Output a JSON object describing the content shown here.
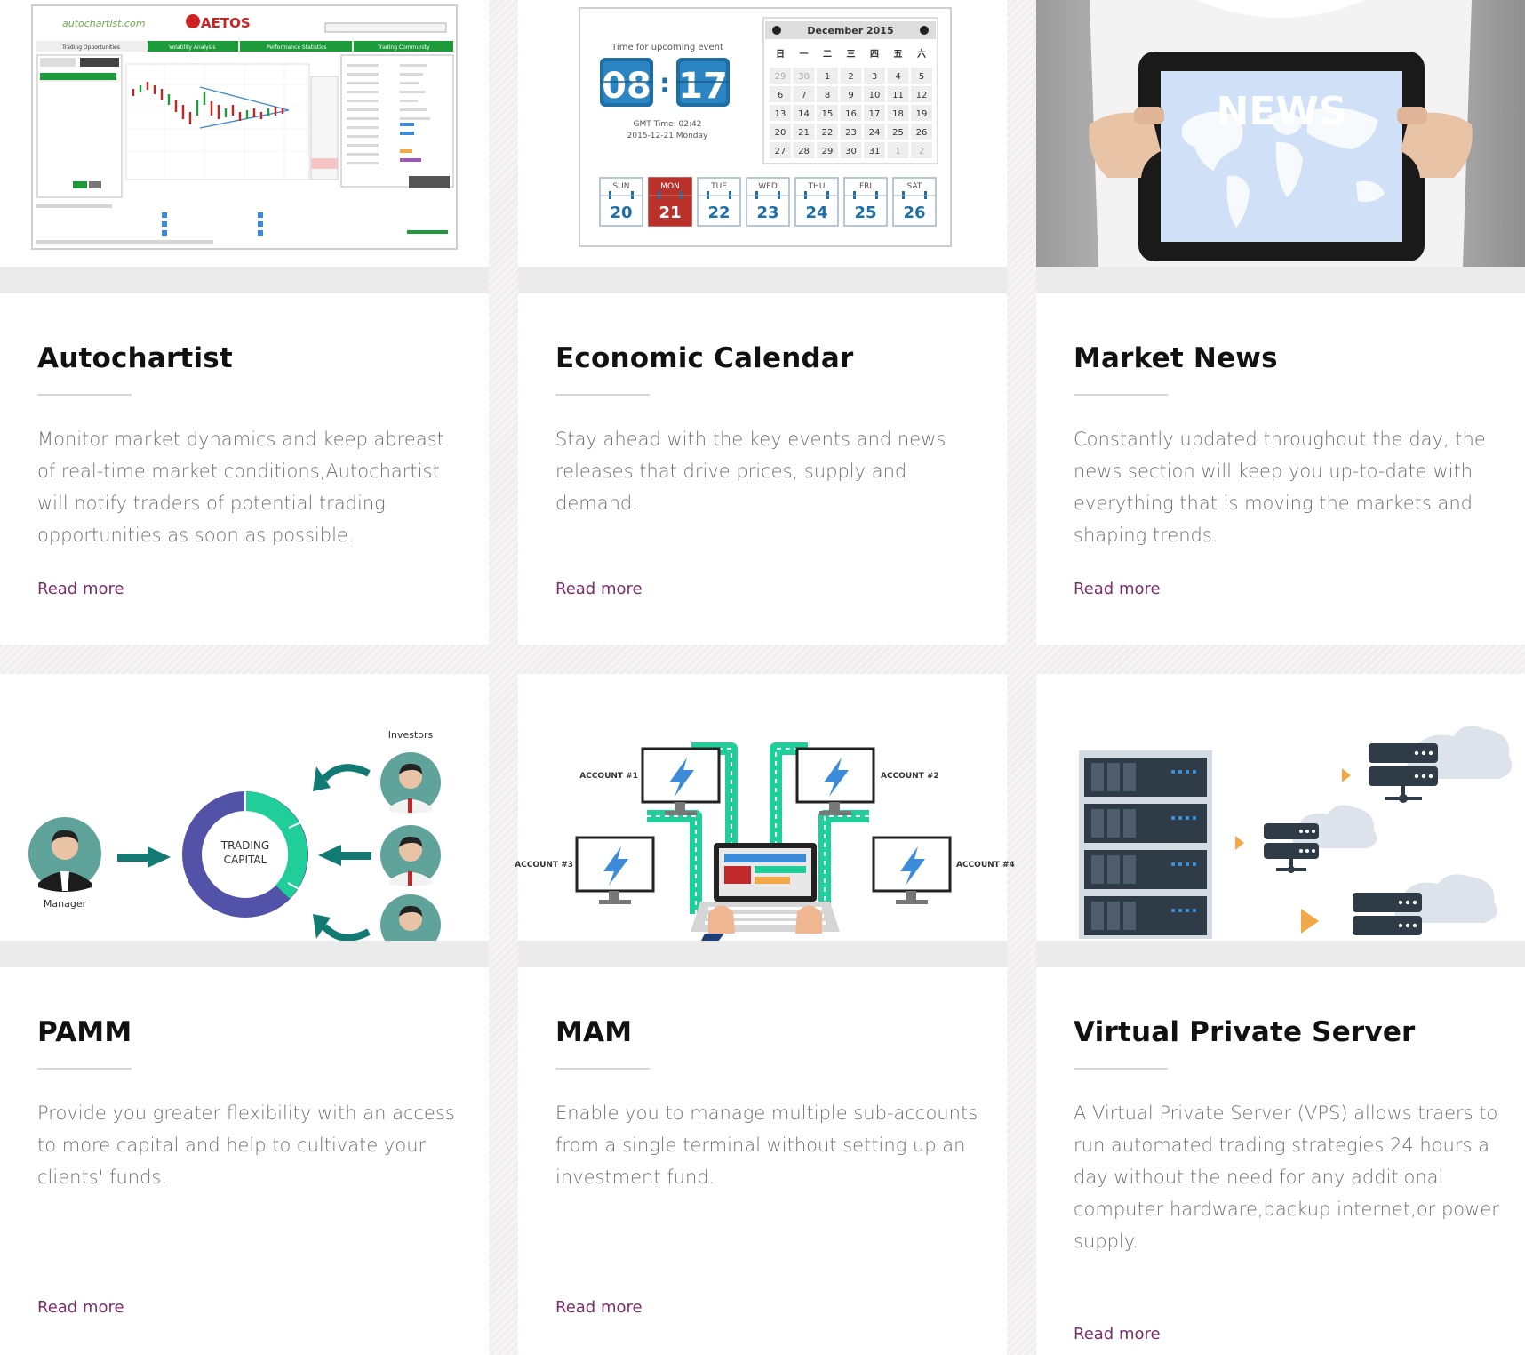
{
  "cards": [
    {
      "title": "Autochartist",
      "description": "Monitor market dynamics and keep abreast of real-time market conditions,Autochartist will notify traders of potential trading opportunities as soon as possible.",
      "link": "Read more",
      "image": {
        "brand_url": "autochartist.com",
        "brand_logo": "AETOS",
        "tabs": [
          "Trading Opportunities",
          "Volatility Analysis",
          "Performance Statistics",
          "Trading Community"
        ]
      }
    },
    {
      "title": "Economic Calendar",
      "description": "Stay ahead with the key events and news releases that drive prices, supply and demand.",
      "link": "Read more",
      "image": {
        "upcoming_label": "Time for upcoming event",
        "timer_hours": "08",
        "timer_minutes": "17",
        "gmt_time": "GMT Time: 02:42",
        "date_line": "2015-12-21 Monday",
        "month_title": "December 2015",
        "weekday_heads": [
          "日",
          "一",
          "二",
          "三",
          "四",
          "五",
          "六"
        ],
        "calendar_rows": [
          [
            "29",
            "30",
            "1",
            "2",
            "3",
            "4",
            "5"
          ],
          [
            "6",
            "7",
            "8",
            "9",
            "10",
            "11",
            "12"
          ],
          [
            "13",
            "14",
            "15",
            "16",
            "17",
            "18",
            "19"
          ],
          [
            "20",
            "21",
            "22",
            "23",
            "24",
            "25",
            "26"
          ],
          [
            "27",
            "28",
            "29",
            "30",
            "31",
            "1",
            "2"
          ]
        ],
        "week_days": [
          {
            "name": "SUN",
            "date": "20"
          },
          {
            "name": "MON",
            "date": "21"
          },
          {
            "name": "TUE",
            "date": "22"
          },
          {
            "name": "WED",
            "date": "23"
          },
          {
            "name": "THU",
            "date": "24"
          },
          {
            "name": "FRI",
            "date": "25"
          },
          {
            "name": "SAT",
            "date": "26"
          }
        ]
      }
    },
    {
      "title": "Market News",
      "description": "Constantly updated throughout the day, the news section will keep you up-to-date with everything that is moving the markets and shaping trends.",
      "link": "Read more",
      "image": {
        "screen_text": "NEWS"
      }
    },
    {
      "title": "PAMM",
      "description": "Provide you greater flexibility with an access to more capital and help to cultivate your clients' funds.",
      "link": "Read more",
      "image": {
        "investors_label": "Investors",
        "manager_label": "Manager",
        "center_line1": "TRADING",
        "center_line2": "CAPITAL"
      }
    },
    {
      "title": "MAM",
      "description": "Enable you to manage multiple sub-accounts from a single terminal without setting up an investment fund.",
      "link": "Read more",
      "image": {
        "accounts": [
          "ACCOUNT #1",
          "ACCOUNT #2",
          "ACCOUNT #3",
          "ACCOUNT #4"
        ]
      }
    },
    {
      "title": "Virtual Private Server",
      "description": "A Virtual Private Server (VPS) allows traers to run automated trading strategies 24 hours a day without the need for any additional computer hardware,backup internet,or power supply.",
      "link": "Read more",
      "image": {}
    }
  ],
  "colors": {
    "title": "#111111",
    "body_text": "#6f6f6f",
    "link": "#7a2e6a",
    "teal": "#17b890",
    "dark_teal": "#127a72",
    "purple": "#5252a8",
    "calendar_red": "#b8322b",
    "timer_blue": "#1d6fa8"
  }
}
